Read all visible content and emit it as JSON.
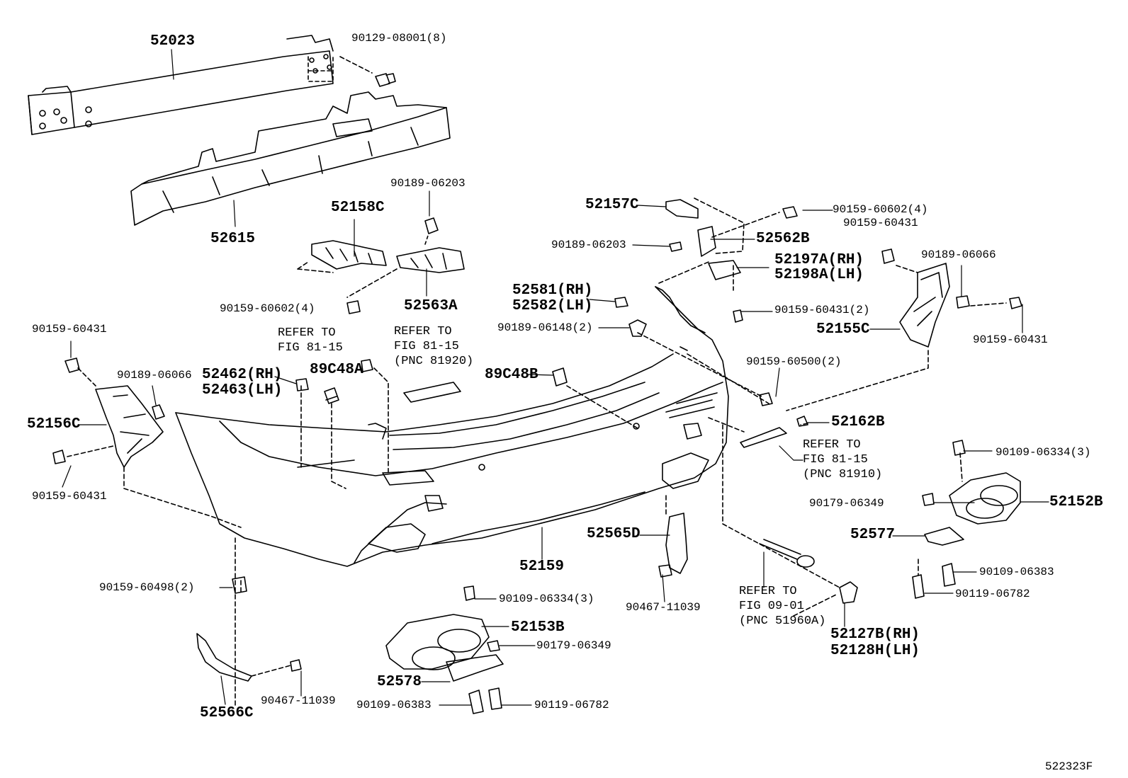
{
  "diagram_id": "522323F",
  "parts": {
    "p52023": "52023",
    "p90129_08001": "90129-08001(8)",
    "p52615": "52615",
    "p90189_06203_a": "90189-06203",
    "p52158C": "52158C",
    "p52563A": "52563A",
    "p90159_60602_a": "90159-60602(4)",
    "p52157C": "52157C",
    "p90159_60602_b": "90159-60602(4)",
    "p90159_60431_a": "90159-60431",
    "p52562B": "52562B",
    "p90189_06203_b": "90189-06203",
    "p52197A": "52197A(RH)",
    "p52198A": "52198A(LH)",
    "p90189_06066_a": "90189-06066",
    "p52581": "52581(RH)",
    "p52582": "52582(LH)",
    "p90159_60431_2": "90159-60431(2)",
    "p90159_60431_b": "90159-60431",
    "p52155C": "52155C",
    "p90189_06148": "90189-06148(2)",
    "p90159_60431_c": "90159-60431",
    "refer_a_1": "REFER TO",
    "refer_a_2": "FIG 81-15",
    "refer_b_1": "REFER TO",
    "refer_b_2": "FIG 81-15",
    "refer_b_3": "(PNC 81920)",
    "p90159_60500": "90159-60500(2)",
    "p90189_06066_b": "90189-06066",
    "p52462": "52462(RH)",
    "p52463": "52463(LH)",
    "p89C48A": "89C48A",
    "p89C48B": "89C48B",
    "p52156C": "52156C",
    "p52162B": "52162B",
    "refer_c_1": "REFER TO",
    "refer_c_2": "FIG 81-15",
    "refer_c_3": "(PNC 81910)",
    "p90109_06334_a": "90109-06334(3)",
    "p90159_60431_d": "90159-60431",
    "p90179_06349_a": "90179-06349",
    "p52152B": "52152B",
    "p52577": "52577",
    "p52565D": "52565D",
    "p52159": "52159",
    "p90109_06383_a": "90109-06383",
    "p90159_60498": "90159-60498(2)",
    "p90119_06782_a": "90119-06782",
    "refer_d_1": "REFER TO",
    "refer_d_2": "FIG 09-01",
    "refer_d_3": "(PNC 51960A)",
    "p90109_06334_b": "90109-06334(3)",
    "p90467_11039_a": "90467-11039",
    "p52153B": "52153B",
    "p52127B": "52127B(RH)",
    "p52128H": "52128H(LH)",
    "p90179_06349_b": "90179-06349",
    "p52578": "52578",
    "p90467_11039_b": "90467-11039",
    "p90109_06383_b": "90109-06383",
    "p90119_06782_b": "90119-06782",
    "p52566C": "52566C"
  }
}
